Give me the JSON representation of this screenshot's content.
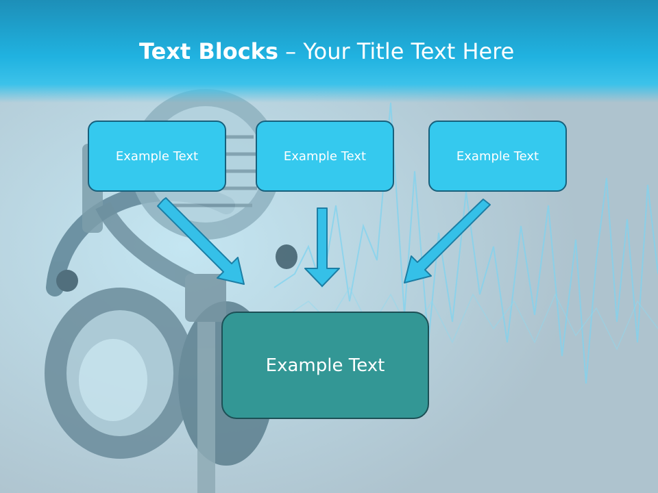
{
  "title": {
    "bold": "Text Blocks",
    "dash": " – ",
    "rest": "Your Title Text Here"
  },
  "boxes": {
    "top_left": "Example Text",
    "top_center": "Example Text",
    "top_right": "Example Text",
    "bottom": "Example Text"
  },
  "colors": {
    "header": "#20b2e0",
    "small_box_fill": "#35c9ee",
    "small_box_border": "#17607c",
    "big_box_fill": "#339795",
    "arrow_fill": "#35c0e8"
  },
  "background": {
    "icons": [
      "microphone-icon",
      "headphones-icon",
      "sound-wave"
    ]
  }
}
